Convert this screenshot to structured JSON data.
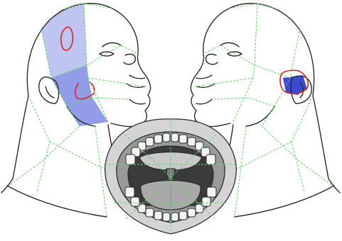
{
  "figure": {
    "regions": [
      {
        "id": "left-forehead-region",
        "color": "#b7bff0",
        "marker": "oval"
      },
      {
        "id": "left-cheek-region",
        "color": "#8d98e6",
        "marker": "hook"
      },
      {
        "id": "right-preauricular-region",
        "color": "#3c4ad0",
        "marker": "oval"
      }
    ],
    "colors": {
      "outline": "#2b2b2b",
      "dashed_guides": "#5fd35f",
      "highlight_marker": "#e02020",
      "skin": "#ffffff",
      "teeth": "#f4f4f4",
      "gums": "#9a9a9a",
      "oral_cavity": "#3b3b3b",
      "tongue": "#a9a9a9"
    },
    "icons": [
      "left-head-illustration",
      "right-head-illustration",
      "open-mouth-illustration"
    ]
  }
}
